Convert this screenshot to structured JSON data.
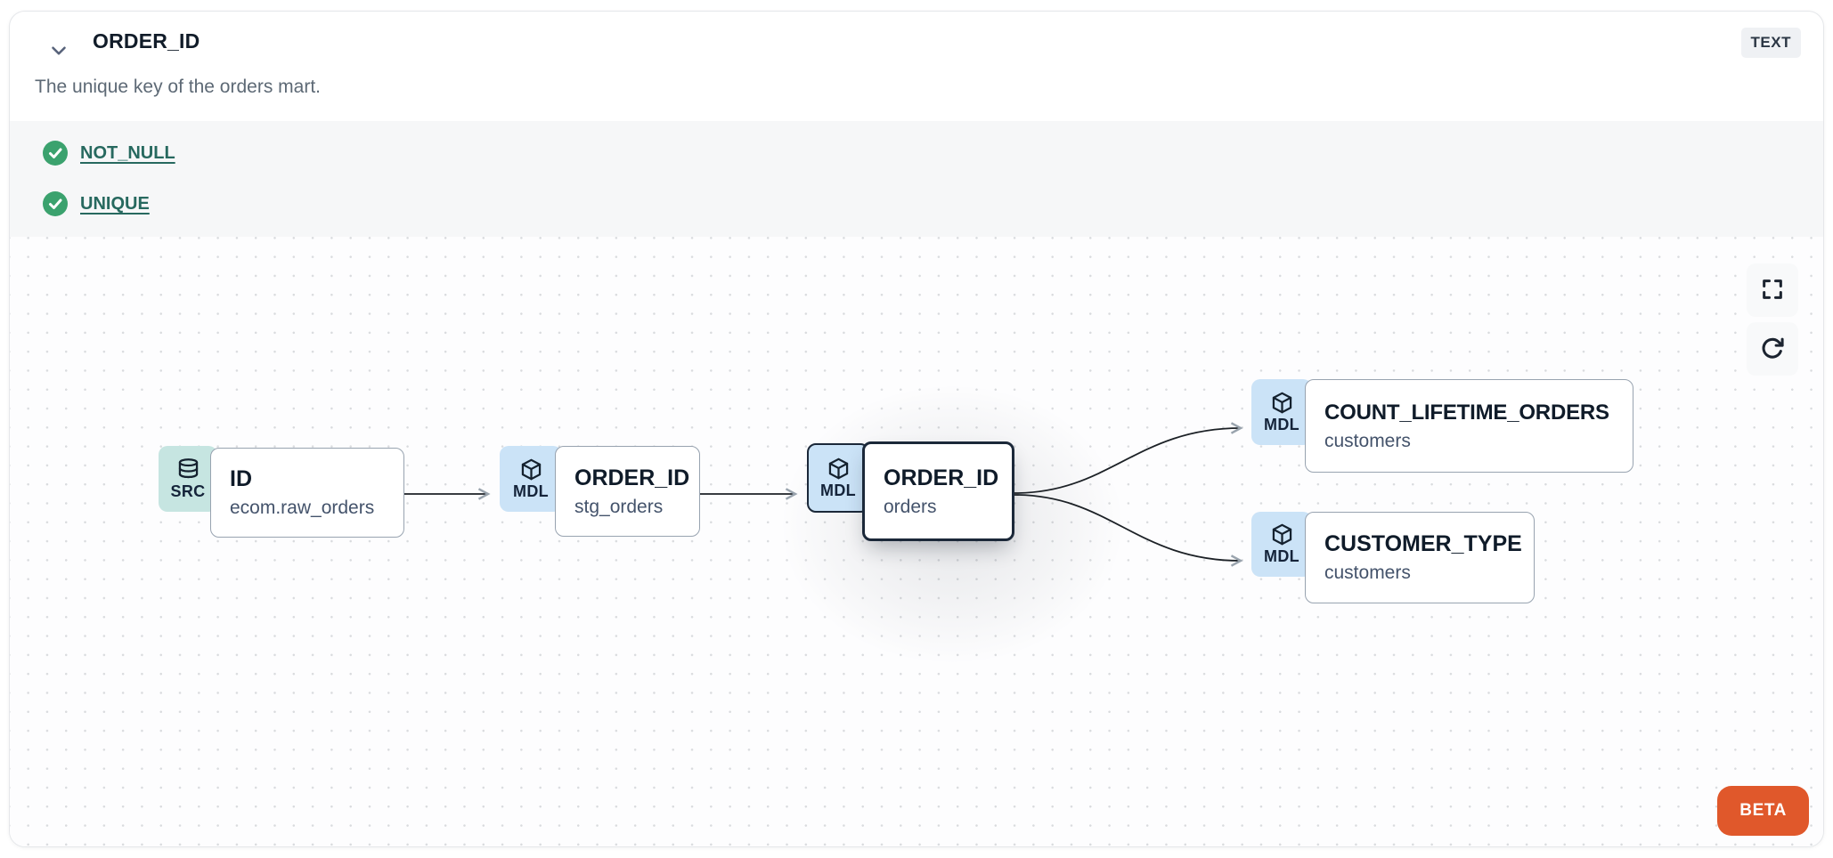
{
  "header": {
    "title": "ORDER_ID",
    "type_badge": "TEXT",
    "description": "The unique key of the orders mart."
  },
  "tests": {
    "items": [
      {
        "label": "NOT_NULL",
        "status": "pass"
      },
      {
        "label": "UNIQUE",
        "status": "pass"
      }
    ]
  },
  "lineage": {
    "nodes": [
      {
        "badge": "SRC",
        "icon": "database-icon",
        "title": "ID",
        "subtitle": "ecom.raw_orders",
        "selected": false
      },
      {
        "badge": "MDL",
        "icon": "cube-icon",
        "title": "ORDER_ID",
        "subtitle": "stg_orders",
        "selected": false
      },
      {
        "badge": "MDL",
        "icon": "cube-icon",
        "title": "ORDER_ID",
        "subtitle": "orders",
        "selected": true
      },
      {
        "badge": "MDL",
        "icon": "cube-icon",
        "title": "COUNT_LIFETIME_ORDERS",
        "subtitle": "customers",
        "selected": false
      },
      {
        "badge": "MDL",
        "icon": "cube-icon",
        "title": "CUSTOMER_TYPE",
        "subtitle": "customers",
        "selected": false
      }
    ],
    "edges": [
      {
        "from": "ID (ecom.raw_orders)",
        "to": "ORDER_ID (stg_orders)"
      },
      {
        "from": "ORDER_ID (stg_orders)",
        "to": "ORDER_ID (orders)"
      },
      {
        "from": "ORDER_ID (orders)",
        "to": "COUNT_LIFETIME_ORDERS (customers)"
      },
      {
        "from": "ORDER_ID (orders)",
        "to": "CUSTOMER_TYPE (customers)"
      }
    ],
    "beta_label": "BETA"
  },
  "icons": {
    "collapse": "chevron-down-icon",
    "pass_check": "check-circle-icon",
    "source": "database-icon",
    "model": "cube-icon",
    "fullscreen": "fullscreen-icon",
    "refresh": "refresh-cw-icon"
  },
  "colors": {
    "accent_orange": "#e0582b",
    "pass_green": "#3ba26e",
    "link_teal": "#27695f",
    "model_chip_blue": "#cbe3f7",
    "source_chip_teal": "#c6e5e1",
    "selected_border": "#1b2839",
    "node_border": "#98a3b0",
    "tests_bg": "#f6f7f8",
    "badge_bg": "#eff1f4"
  }
}
